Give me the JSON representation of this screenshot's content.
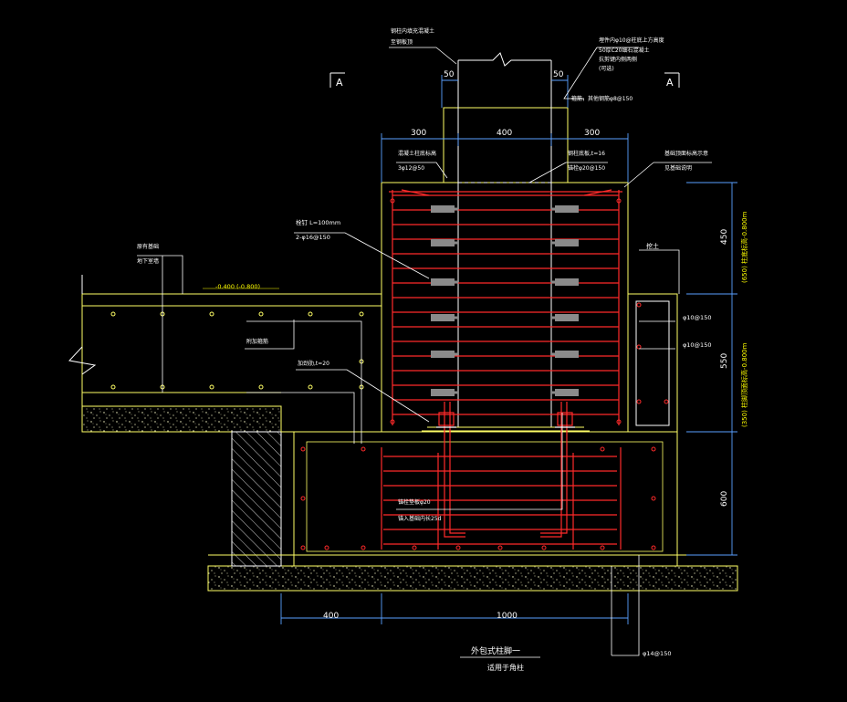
{
  "colors": {
    "background": "#000000",
    "concrete": "#ffff66",
    "rebar": "#ff2a2a",
    "steel": "#ffffff",
    "dimension": "#5aa0ff",
    "leader": "#ffffff",
    "text": "#ffffff",
    "annotation_yellow": "#ffff00",
    "gravel": "#ffffcc",
    "bolt_plate": "#8a8a8a",
    "hatch": "#ffffff"
  },
  "section_markers": {
    "left": "A",
    "right": "A"
  },
  "dimensions": {
    "top_50_left": "50",
    "top_50_right": "50",
    "top_300_left": "300",
    "top_400": "400",
    "top_300_right": "300",
    "right_450": "450",
    "right_550": "550",
    "right_600": "600",
    "bottom_400": "400",
    "bottom_1000": "1000"
  },
  "right_side_notes": {
    "upper": "(650) 柱底标高-0.800m",
    "upper_paren": "(650)",
    "lower": "(350) 柱脚顶面标高-0.800m",
    "lower_paren": "(350)"
  },
  "labels": {
    "top_col_1": "钢柱内填充混凝土",
    "top_col_2": "至钢板顶",
    "top_right_1": "埋件内φ10@柱底上方高度",
    "top_right_2": "50厚C20细石混凝土",
    "top_right_3": "抗剪键内侧两侧",
    "top_right_4": "(可选)",
    "top_right_tail": "箍筋，其他钢筋φ8@150",
    "mid_left_1": "混凝土柱底标高",
    "mid_left_2": "3φ12@50",
    "mid_center_1": "钢柱底板,t=16",
    "mid_center_2": "锚栓φ20@150",
    "mid_right_1": "基础顶面标高示意",
    "mid_right_2": "见基础说明",
    "stud_1": "栓钉 L=100mm",
    "stud_2": "2-φ16@150",
    "left_note_1": "原有基础",
    "left_note_2": "地下室墙",
    "level": "-0.400  (-0.800)",
    "beam_note": "附加箍筋",
    "plate_note": "加劲肋,t=20",
    "rebar_note_1": "锚栓垫板φ20",
    "rebar_note_2": "锚入基础内长25d",
    "right_dim_box": "挖土",
    "right_stirrup_1": "φ10@150",
    "right_stirrup_2": "φ10@150",
    "bottom_stirrup": "φ14@150",
    "title": "外包式柱脚一",
    "subtitle": "适用于角柱"
  }
}
